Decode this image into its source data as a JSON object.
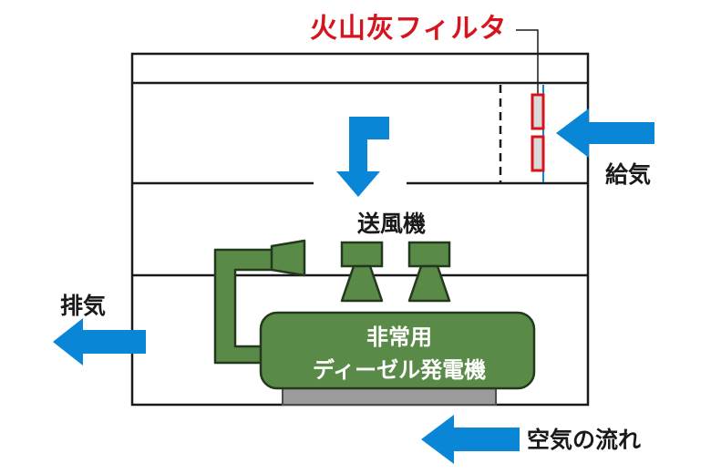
{
  "labels": {
    "filter": "火山灰フィルタ",
    "supply_air": "給気",
    "fan": "送風機",
    "exhaust": "排気",
    "generator_line1": "非常用",
    "generator_line2": "ディーゼル発電機",
    "airflow": "空気の流れ"
  },
  "colors": {
    "arrow": "#0a86d6",
    "machine_fill": "#5a8a48",
    "machine_stroke": "#23381c",
    "filter_red": "#d6141e",
    "filter_fill": "#d9d9d9",
    "base_gray": "#9b9b9b",
    "outline": "#1a1a1a"
  },
  "icons": {
    "supply_arrow": "arrow-left-icon",
    "fan_arrow": "arrow-bend-down-icon",
    "exhaust_arrow": "arrow-left-icon",
    "legend_arrow": "arrow-left-icon"
  }
}
